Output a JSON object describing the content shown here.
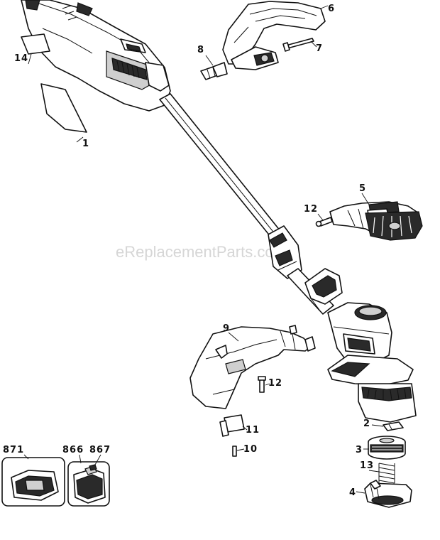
{
  "watermark": "eReplacementParts.com",
  "callouts": {
    "c1": "1",
    "c2": "2",
    "c3": "3",
    "c4": "4",
    "c5": "5",
    "c6": "6",
    "c7": "7",
    "c8": "8",
    "c9": "9",
    "c10": "10",
    "c11": "11",
    "c12a": "12",
    "c12b": "12",
    "c13": "13",
    "c14": "14",
    "c866": "866",
    "c867": "867",
    "c871": "871"
  },
  "colors": {
    "line": "#111111",
    "fill": "#ffffff",
    "dark_part": "#2a2a2a",
    "watermark": "#d6d6d6"
  }
}
